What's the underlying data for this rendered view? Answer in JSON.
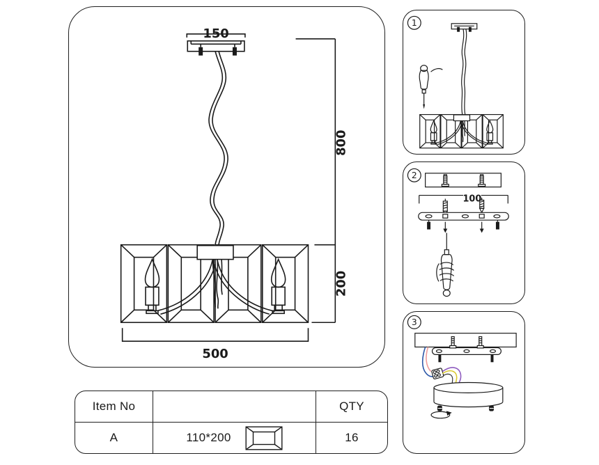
{
  "main_diagram": {
    "canopy_width_label": "150",
    "suspension_height_label": "800",
    "body_height_label": "200",
    "body_width_label": "500"
  },
  "steps": [
    {
      "number": "1"
    },
    {
      "number": "2",
      "hole_spacing_label": "100"
    },
    {
      "number": "3"
    }
  ],
  "parts_table": {
    "headers": {
      "item_no": "Item No",
      "part": "",
      "qty": "QTY"
    },
    "rows": [
      {
        "item_no": "A",
        "size": "110*200",
        "icon": "crystal-prism-icon",
        "qty": "16"
      }
    ]
  },
  "colors": {
    "ink": "#1a1a1a",
    "wire_blue": "#2b56a8",
    "wire_pink": "#ef9a9a",
    "wire_purple": "#8e5bbf",
    "wire_yellow": "#d9c72e"
  },
  "icons": [
    "screwdriver-icon",
    "wall-anchor-icon",
    "screw-icon",
    "mounting-bracket-icon",
    "arrow-down-icon",
    "terminal-block-icon",
    "ceiling-canopy-icon",
    "decorative-nut-icon",
    "rotation-arrow-icon",
    "crystal-prism-icon"
  ]
}
